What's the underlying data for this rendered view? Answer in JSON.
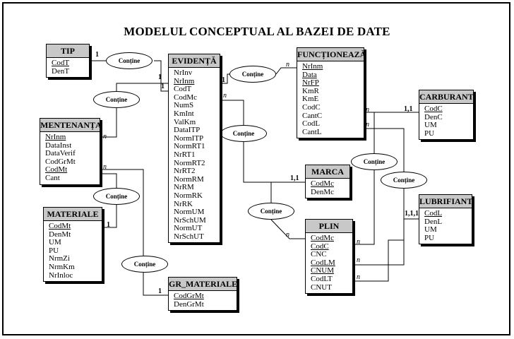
{
  "diagram": {
    "title": "MODELUL CONCEPTUAL AL BAZEI DE DATE",
    "entities": {
      "tip": {
        "name": "TIP",
        "attributes": [
          {
            "text": "CodT",
            "key": true
          },
          {
            "text": "DenT",
            "key": false
          }
        ]
      },
      "evidenta": {
        "name": "EVIDENȚĂ",
        "attributes": [
          {
            "text": "NrInv",
            "key": false
          },
          {
            "text": "NrInm",
            "key": true
          },
          {
            "text": "CodT",
            "key": false
          },
          {
            "text": "CodMc",
            "key": false
          },
          {
            "text": "NumS",
            "key": false
          },
          {
            "text": "KmInt",
            "key": false
          },
          {
            "text": "ValKm",
            "key": false
          },
          {
            "text": "DataITP",
            "key": false
          },
          {
            "text": "NormITP",
            "key": false
          },
          {
            "text": "NormRT1",
            "key": false
          },
          {
            "text": "NrRT1",
            "key": false
          },
          {
            "text": "NormRT2",
            "key": false
          },
          {
            "text": "NrRT2",
            "key": false
          },
          {
            "text": "NormRM",
            "key": false
          },
          {
            "text": "NrRM",
            "key": false
          },
          {
            "text": "NormRK",
            "key": false
          },
          {
            "text": "NrRK",
            "key": false
          },
          {
            "text": "NormUM",
            "key": false
          },
          {
            "text": "NrSchUM",
            "key": false
          },
          {
            "text": "NormUT",
            "key": false
          },
          {
            "text": "NrSchUT",
            "key": false
          }
        ]
      },
      "functioneaza": {
        "name": "FUNCȚIONEAZĂ",
        "attributes": [
          {
            "text": "NrInm",
            "key": true
          },
          {
            "text": "Data",
            "key": true
          },
          {
            "text": "NrFP",
            "key": true
          },
          {
            "text": "KmR",
            "key": false
          },
          {
            "text": "KmE",
            "key": false
          },
          {
            "text": "CodC",
            "key": false
          },
          {
            "text": "CantC",
            "key": false
          },
          {
            "text": "CodL",
            "key": false
          },
          {
            "text": "CantL",
            "key": false
          }
        ]
      },
      "mentenanta": {
        "name": "MENTENANȚA",
        "attributes": [
          {
            "text": "NrInm",
            "key": true
          },
          {
            "text": "DataInst",
            "key": false
          },
          {
            "text": "DataVerif",
            "key": false
          },
          {
            "text": "CodGrMt",
            "key": false
          },
          {
            "text": "CodMt",
            "key": true
          },
          {
            "text": "Cant",
            "key": false
          }
        ]
      },
      "carburant": {
        "name": "CARBURANT",
        "attributes": [
          {
            "text": "CodC",
            "key": true
          },
          {
            "text": "DenC",
            "key": false
          },
          {
            "text": "UM",
            "key": false
          },
          {
            "text": "PU",
            "key": false
          }
        ]
      },
      "marca": {
        "name": "MARCA",
        "attributes": [
          {
            "text": "CodMc",
            "key": true
          },
          {
            "text": "DenMc",
            "key": false
          }
        ]
      },
      "materiale": {
        "name": "MATERIALE",
        "attributes": [
          {
            "text": "CodMt",
            "key": true
          },
          {
            "text": "DenMt",
            "key": false
          },
          {
            "text": "UM",
            "key": false
          },
          {
            "text": "PU",
            "key": false
          },
          {
            "text": "NrmZi",
            "key": false
          },
          {
            "text": "NrmKm",
            "key": false
          },
          {
            "text": "NrInloc",
            "key": false
          }
        ]
      },
      "lubrifiant": {
        "name": "LUBRIFIANT",
        "attributes": [
          {
            "text": "CodL",
            "key": true
          },
          {
            "text": "DenL",
            "key": false
          },
          {
            "text": "UM",
            "key": false
          },
          {
            "text": "PU",
            "key": false
          }
        ]
      },
      "plin": {
        "name": "PLIN",
        "attributes": [
          {
            "text": "CodMc",
            "key": true
          },
          {
            "text": "CodC",
            "key": true
          },
          {
            "text": "CNC",
            "key": false
          },
          {
            "text": "CodLM",
            "key": true
          },
          {
            "text": "CNUM",
            "key": true
          },
          {
            "text": "CodLT",
            "key": false
          },
          {
            "text": "CNUT",
            "key": false
          }
        ]
      },
      "gr_materiale": {
        "name": "GR_MATERIALE",
        "attributes": [
          {
            "text": "CodGrMt",
            "key": true
          },
          {
            "text": "DenGrMt",
            "key": false
          }
        ]
      }
    },
    "relationship_label": "Conține",
    "cardinality": {
      "one": "1",
      "one_one": "1,1",
      "one_one_one": "1,1,1",
      "many": "n"
    }
  }
}
